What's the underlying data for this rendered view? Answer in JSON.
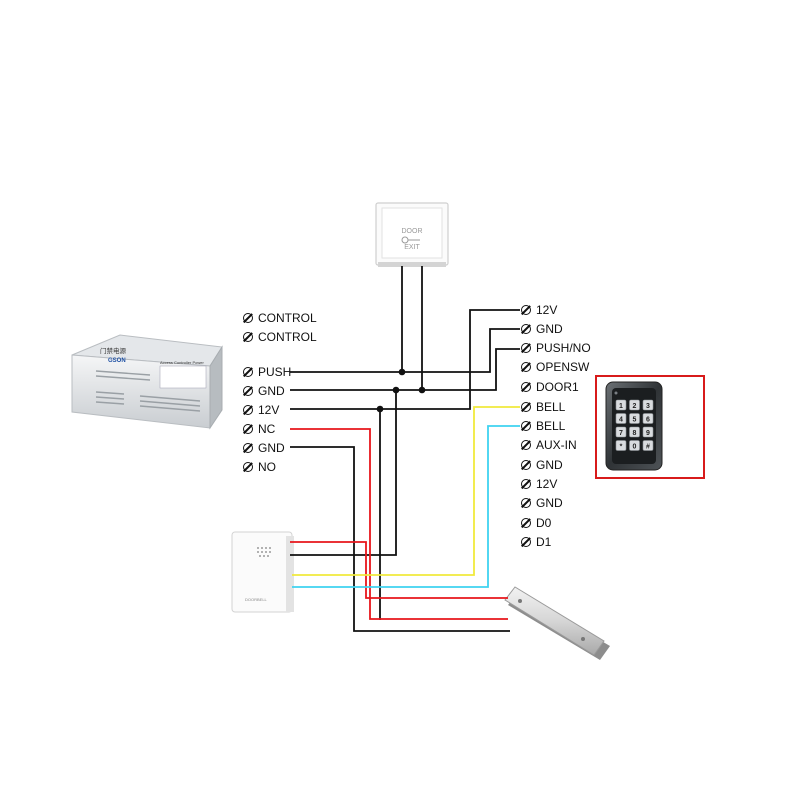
{
  "power_supply": {
    "brand_text": "门禁电源",
    "logo_text": "GSON",
    "model_text": "Access Controller Power",
    "terminals": [
      "CONTROL",
      "CONTROL",
      "PUSH",
      "GND",
      "12V",
      "NC",
      "GND",
      "NO"
    ]
  },
  "exit_button": {
    "line1": "DOOR",
    "line2": "EXIT"
  },
  "controller": {
    "terminals": [
      "12V",
      "GND",
      "PUSH/NO",
      "OPENSW",
      "DOOR1",
      "BELL",
      "BELL",
      "AUX-IN",
      "GND",
      "12V",
      "GND",
      "D0",
      "D1"
    ]
  },
  "keypad": {
    "keys": [
      "1",
      "2",
      "3",
      "4",
      "5",
      "6",
      "7",
      "8",
      "9",
      "*",
      "0",
      "#"
    ]
  },
  "doorbell": {
    "label": "DOORBELL"
  },
  "wire_colors": {
    "black": "#111111",
    "red": "#e8161b",
    "yellow": "#f1ea3c",
    "cyan": "#3fd3f0",
    "highlight_box": "#d81b1b"
  }
}
